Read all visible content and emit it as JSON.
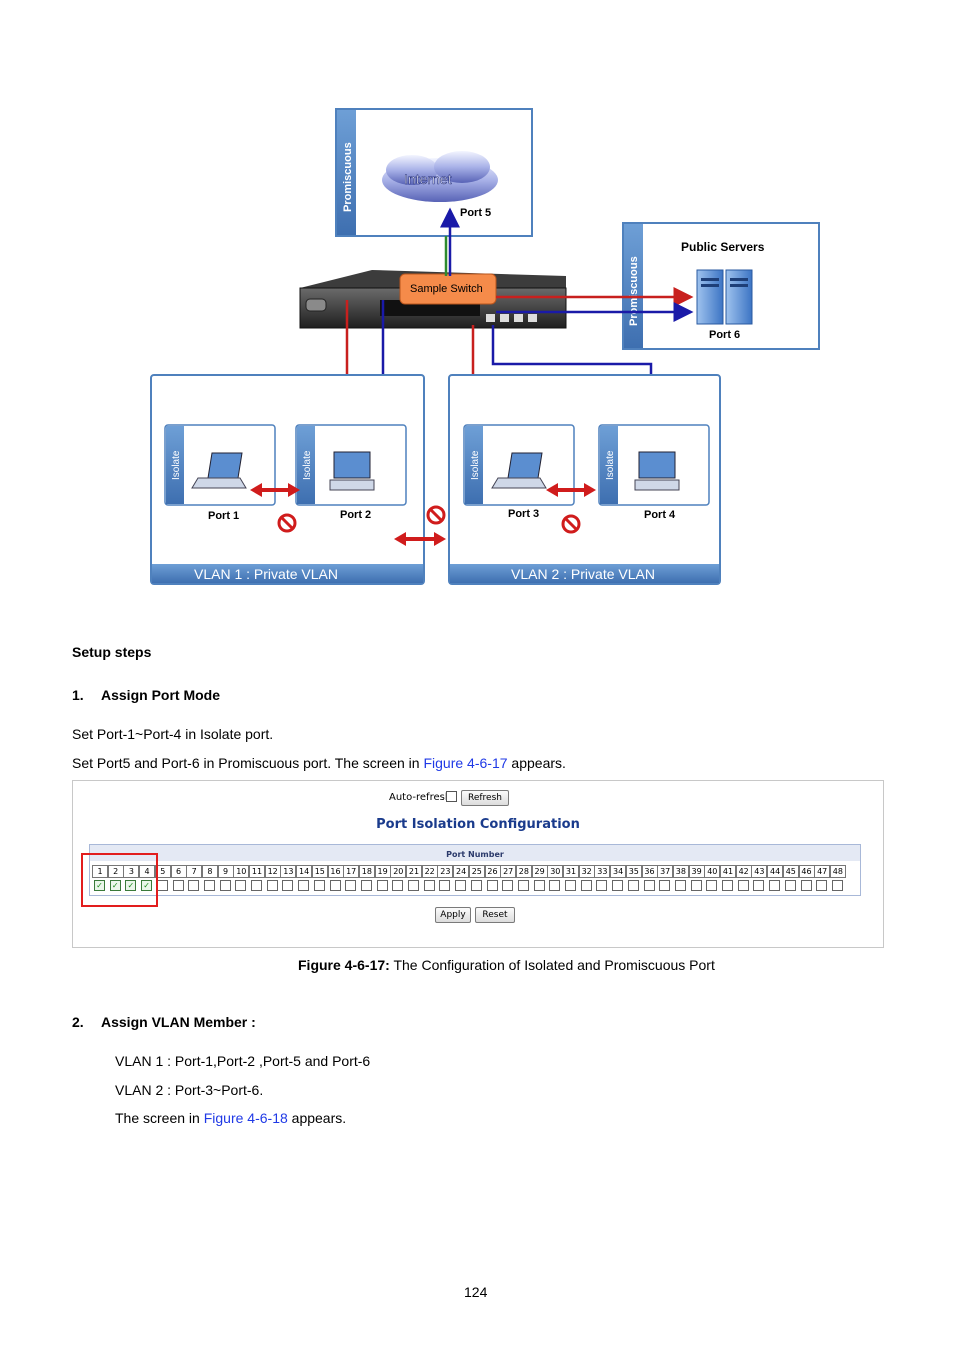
{
  "diagram": {
    "internet_label": "Internet",
    "promiscuous_label": "Promiscuous",
    "promiscuous_label_2": "Promiscuous",
    "port5": "Port 5",
    "public_servers": "Public Servers",
    "port6": "Port 6",
    "switch_label": "Sample Switch",
    "isolate": "Isolate",
    "port1": "Port 1",
    "port2": "Port 2",
    "port3": "Port 3",
    "port4": "Port 4",
    "vlan1": "VLAN 1 : Private VLAN",
    "vlan2": "VLAN 2 : Private VLAN",
    "colors": {
      "red_line": "#c8201e",
      "blue_line": "#1a1aa8",
      "green_line": "#2e8b2e",
      "panel_border": "#4f81bd"
    }
  },
  "text": {
    "setup_steps": "Setup steps",
    "step1_num": "1.",
    "step1_title": "Assign Port Mode",
    "line1": "Set Port-1~Port-4 in Isolate port.",
    "line2_pre": "Set Port5 and Port-6 in Promiscuous port. The screen in ",
    "line2_link": "Figure 4-6-17",
    "line2_post": " appears.",
    "caption_bold": "Figure 4-6-17:",
    "caption_rest": " The Configuration of Isolated and Promiscuous Port",
    "step2_num": "2.",
    "step2_title": "Assign VLAN Member :",
    "vlan1_line": "VLAN 1 : Port-1,Port-2 ,Port-5 and Port-6",
    "vlan2_line": "VLAN 2 : Port-3~Port-6.",
    "screen_pre": "The screen in ",
    "screen_link": "Figure 4-6-18",
    "screen_post": " appears.",
    "page_number": "124"
  },
  "panel": {
    "auto_refresh": "Auto-refresh",
    "refresh_btn": "Refresh",
    "title": "Port Isolation Configuration",
    "port_number_header": "Port Number",
    "apply_btn": "Apply",
    "reset_btn": "Reset",
    "ports": [
      "1",
      "2",
      "3",
      "4",
      "5",
      "6",
      "7",
      "8",
      "9",
      "10",
      "11",
      "12",
      "13",
      "14",
      "15",
      "16",
      "17",
      "18",
      "19",
      "20",
      "21",
      "22",
      "23",
      "24",
      "25",
      "26",
      "27",
      "28",
      "29",
      "30",
      "31",
      "32",
      "33",
      "34",
      "35",
      "36",
      "37",
      "38",
      "39",
      "40",
      "41",
      "42",
      "43",
      "44",
      "45",
      "46",
      "47",
      "48"
    ],
    "checked": [
      1,
      2,
      3,
      4
    ]
  }
}
